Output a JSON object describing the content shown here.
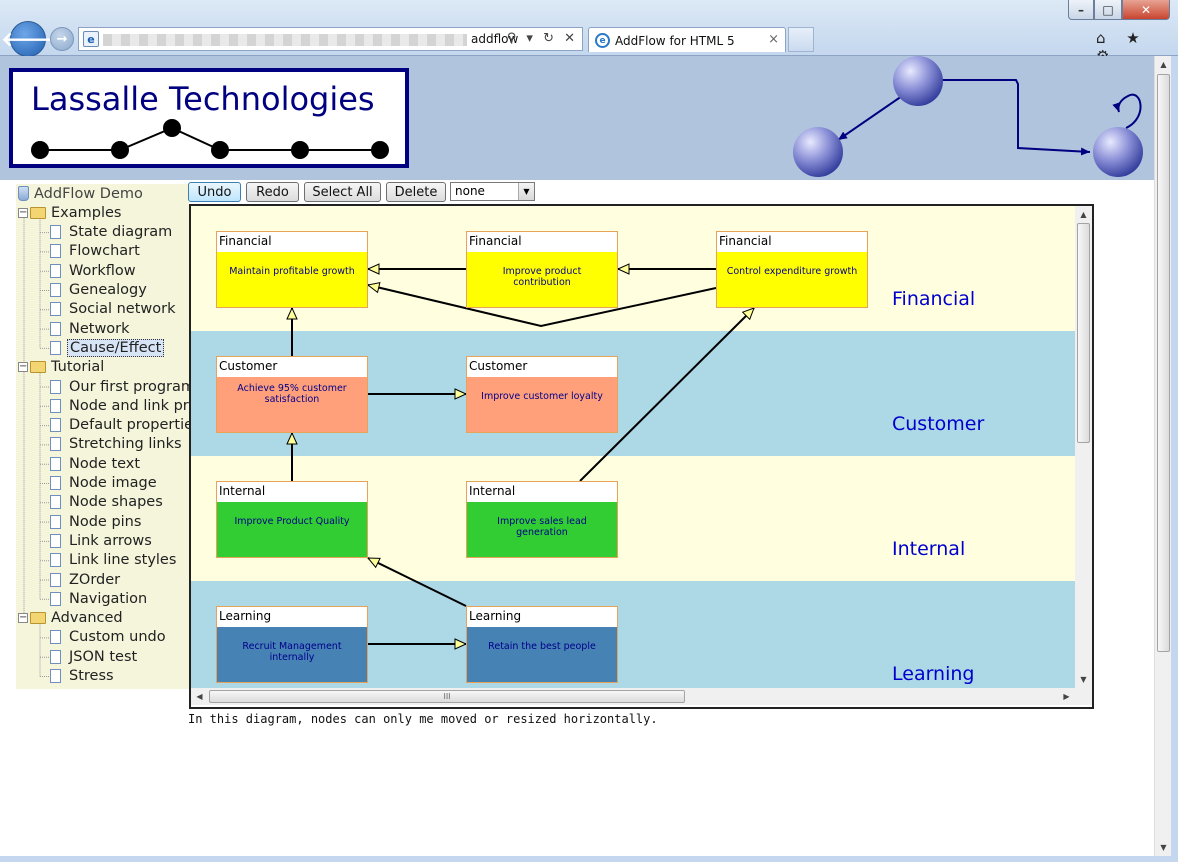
{
  "browser": {
    "address_text": "addflow",
    "tab_title": "AddFlow for HTML 5",
    "tab_close": "×",
    "back_glyph": "🡐",
    "forward_glyph": "→",
    "addr_icons": "⚲ ▾ ↻ ✕",
    "window_controls": {
      "minimize": "–",
      "maximize": "□",
      "close": "✕"
    },
    "toolbar_icons": "⌂ ★ ⚙"
  },
  "header": {
    "logo_text": "Lassalle Technologies"
  },
  "tree": {
    "root": "AddFlow Demo",
    "groups": [
      {
        "label": "Examples",
        "items": [
          "State diagram",
          "Flowchart",
          "Workflow",
          "Genealogy",
          "Social network",
          "Network",
          "Cause/Effect"
        ]
      },
      {
        "label": "Tutorial",
        "items": [
          "Our first program",
          "Node and link properties",
          "Default properties",
          "Stretching links",
          "Node text",
          "Node image",
          "Node shapes",
          "Node pins",
          "Link arrows",
          "Link line styles",
          "ZOrder",
          "Navigation"
        ]
      },
      {
        "label": "Advanced",
        "items": [
          "Custom undo",
          "JSON test",
          "Stress"
        ]
      }
    ],
    "selected": "Cause/Effect",
    "toggle_glyph": "−"
  },
  "toolbar": {
    "undo": "Undo",
    "redo": "Redo",
    "select_all": "Select All",
    "delete": "Delete",
    "select_value": "none",
    "select_arrow": "▼"
  },
  "diagram": {
    "lanes": [
      {
        "label": "Financial",
        "color": "#ffffe0"
      },
      {
        "label": "Customer",
        "color": "#add8e6"
      },
      {
        "label": "Internal",
        "color": "#ffffe0"
      },
      {
        "label": "Learning",
        "color": "#add8e6"
      }
    ],
    "nodes": [
      {
        "category": "Financial",
        "text": "Maintain profitable growth",
        "color": "#ffff00"
      },
      {
        "category": "Financial",
        "text": "Improve product contribution",
        "color": "#ffff00"
      },
      {
        "category": "Financial",
        "text": "Control expenditure growth",
        "color": "#ffff00"
      },
      {
        "category": "Customer",
        "text": "Achieve 95% customer satisfaction",
        "color": "#ffa07a"
      },
      {
        "category": "Customer",
        "text": "Improve customer loyalty",
        "color": "#ffa07a"
      },
      {
        "category": "Internal",
        "text": "Improve Product Quality",
        "color": "#32cd32"
      },
      {
        "category": "Internal",
        "text": "Improve sales lead generation",
        "color": "#32cd32"
      },
      {
        "category": "Learning",
        "text": "Recruit Management internally",
        "color": "#4682b4"
      },
      {
        "category": "Learning",
        "text": "Retain the best people",
        "color": "#4682b4"
      }
    ],
    "hscroll_grip": "III",
    "scroll_up": "▲",
    "scroll_down": "▼",
    "scroll_left": "◀",
    "scroll_right": "▶"
  },
  "caption": "In this diagram, nodes can only me moved or resized horizontally."
}
